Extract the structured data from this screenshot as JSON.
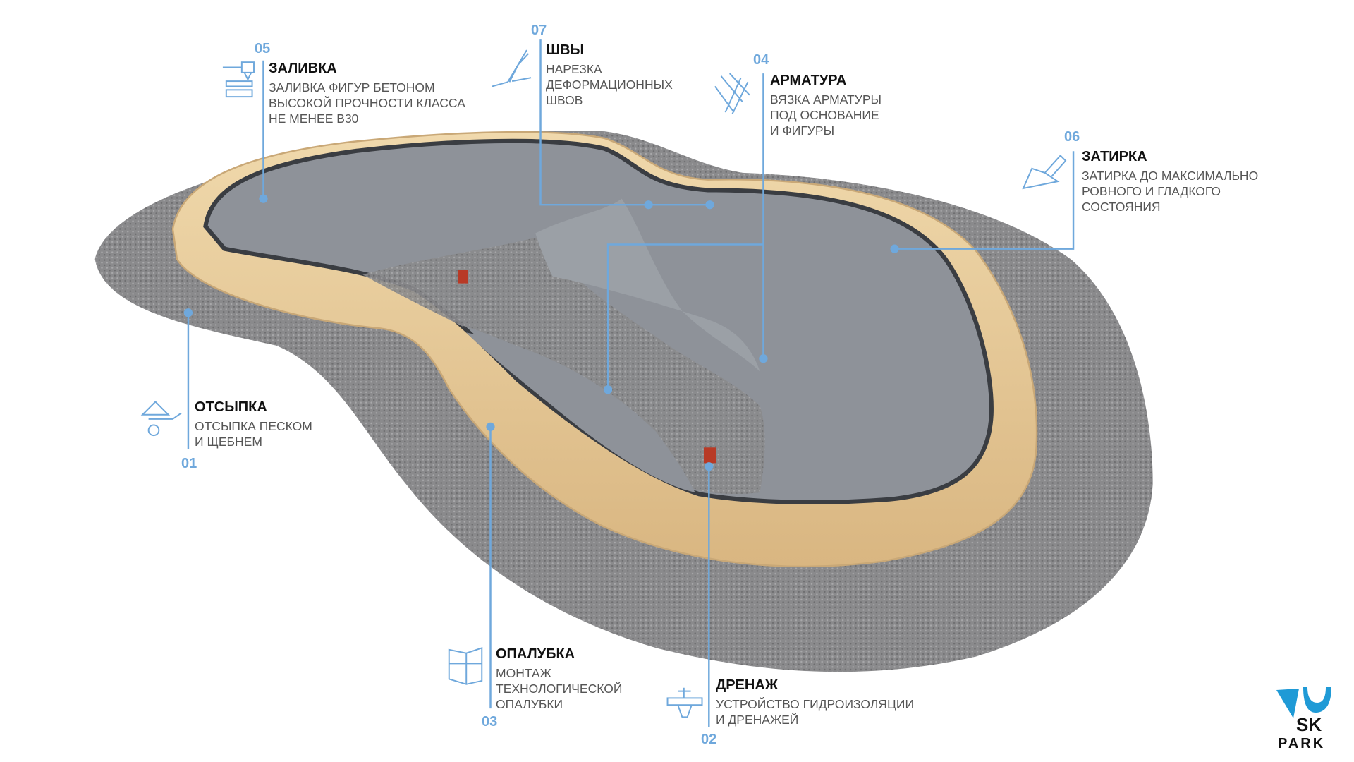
{
  "colors": {
    "accent": "#6fa8dc",
    "gravel": "#8a8a8c",
    "wood": "#e6c895",
    "concrete": "#8e9299",
    "logo": "#1f9ad6"
  },
  "steps": [
    {
      "num": "01",
      "title": "ОТСЫПКА",
      "lines": [
        "ОТСЫПКА ПЕСКОМ",
        "И ЩЕБНЕМ"
      ],
      "icon": "wheelbarrow-icon"
    },
    {
      "num": "02",
      "title": "ДРЕНАЖ",
      "lines": [
        "УСТРОЙСТВО ГИДРОИЗОЛЯЦИИ",
        "И ДРЕНАЖЕЙ"
      ],
      "icon": "drain-icon"
    },
    {
      "num": "03",
      "title": "ОПАЛУБКА",
      "lines": [
        "МОНТАЖ",
        "ТЕХНОЛОГИЧЕСКОЙ",
        "ОПАЛУБКИ"
      ],
      "icon": "formwork-icon"
    },
    {
      "num": "04",
      "title": "АРМАТУРА",
      "lines": [
        "ВЯЗКА АРМАТУРЫ",
        "ПОД ОСНОВАНИЕ",
        "И ФИГУРЫ"
      ],
      "icon": "rebar-icon"
    },
    {
      "num": "05",
      "title": "ЗАЛИВКА",
      "lines": [
        "ЗАЛИВКА ФИГУР БЕТОНОМ",
        "ВЫСОКОЙ ПРОЧНОСТИ КЛАССА",
        "НЕ МЕНЕЕ В30"
      ],
      "icon": "concrete-pour-icon"
    },
    {
      "num": "06",
      "title": "ЗАТИРКА",
      "lines": [
        "ЗАТИРКА ДО МАКСИМАЛЬНО",
        "РОВНОГО И ГЛАДКОГО",
        "СОСТОЯНИЯ"
      ],
      "icon": "trowel-icon"
    },
    {
      "num": "07",
      "title": "ШВЫ",
      "lines": [
        "НАРЕЗКА",
        "ДЕФОРМАЦИОННЫХ",
        "ШВОВ"
      ],
      "icon": "cutter-icon"
    }
  ],
  "logo": {
    "text_top": "SK",
    "text_bottom": "PARK"
  }
}
